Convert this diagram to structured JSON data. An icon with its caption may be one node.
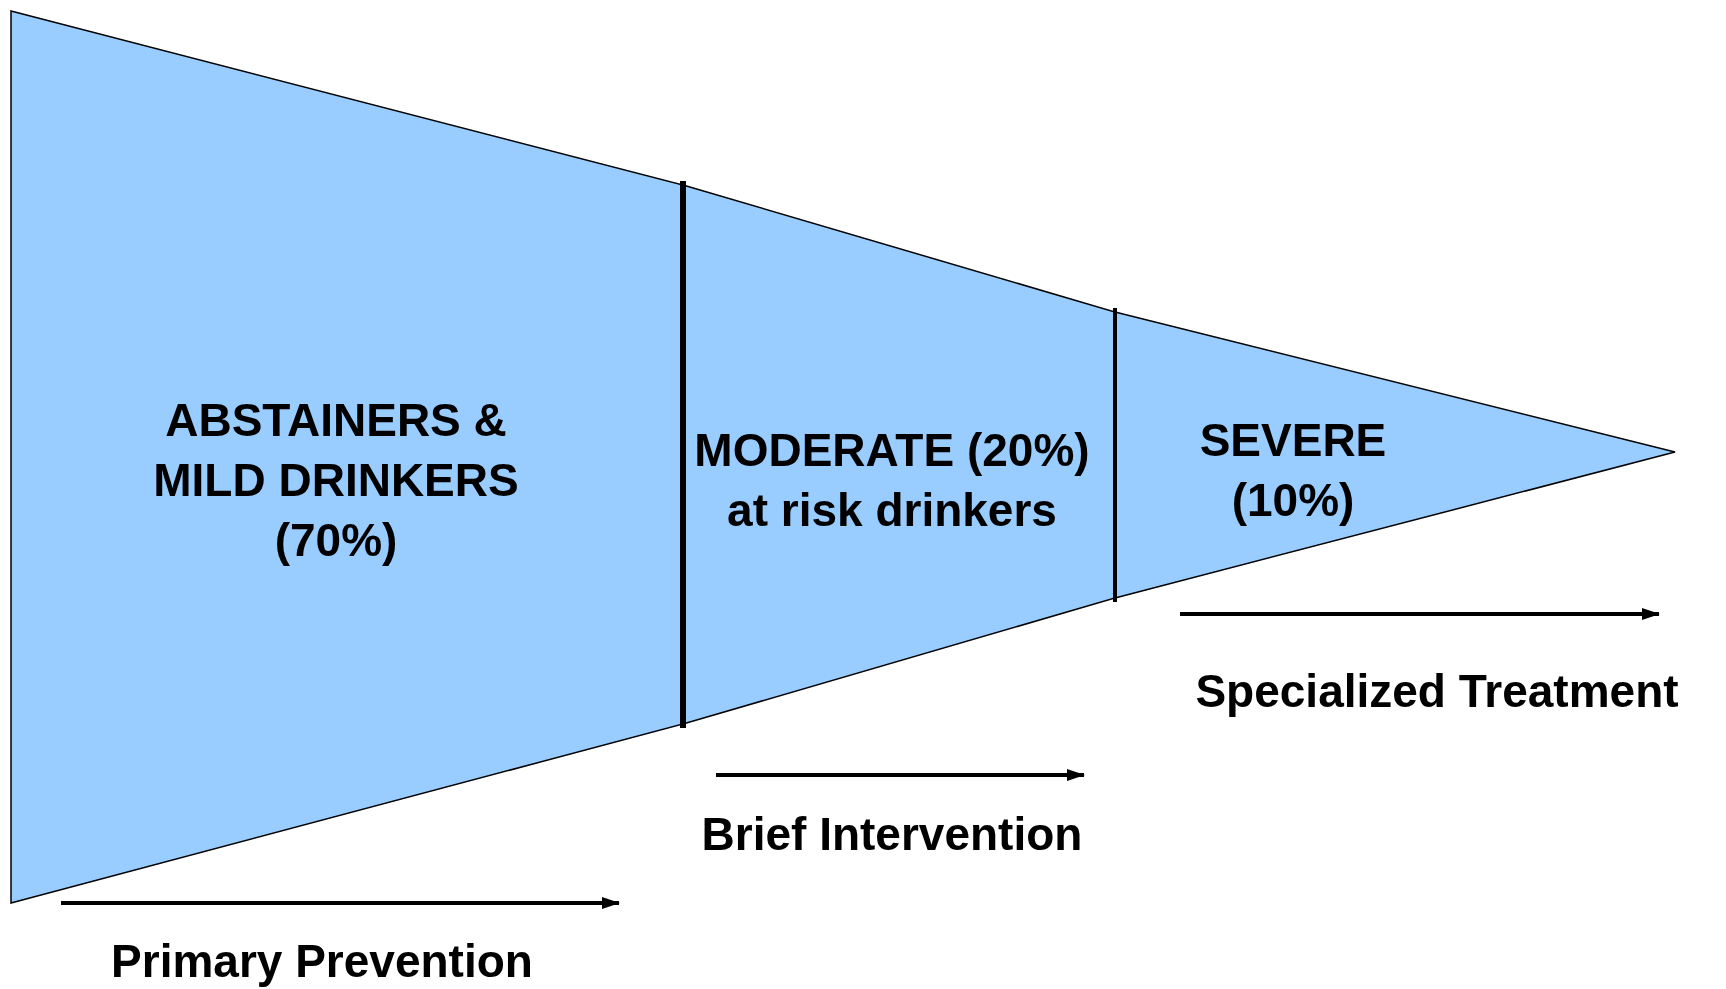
{
  "diagram": {
    "nodes": [
      {
        "text": [
          "ABSTAINERS & MILD DRINKERS (70%)"
        ]
      },
      {
        "text": [
          "MODERATE (20%)",
          "at risk drinkers"
        ]
      },
      {
        "text": [
          "SEVERE (10%)"
        ]
      }
    ],
    "labels": [
      "Primary Prevention",
      "Brief Intervention",
      "Specialized Treatment"
    ]
  }
}
